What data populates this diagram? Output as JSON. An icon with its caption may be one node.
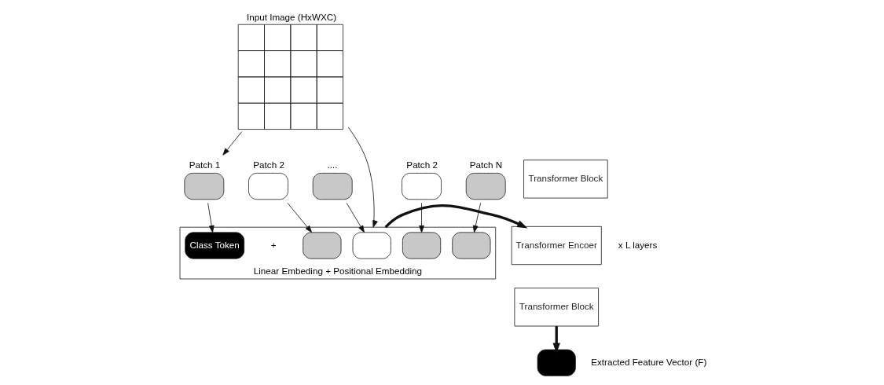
{
  "diagram": {
    "nodes": [
      {
        "text": [
          "Input Image (HxWXC)"
        ]
      },
      {
        "text": [
          "Patch 1"
        ]
      },
      {
        "text": [
          "Patch 2"
        ]
      },
      {
        "text": [
          "...."
        ]
      },
      {
        "text": [
          "Patch 2"
        ]
      },
      {
        "text": [
          "Patch N"
        ]
      },
      {
        "text": [
          "Linear Embeding + Positional Embedding"
        ]
      },
      {
        "text": [
          "Class Token"
        ],
        "in": 6
      },
      {
        "text": [],
        "shape": "box",
        "in": 6
      },
      {
        "text": [],
        "shape": "box",
        "in": 6
      },
      {
        "text": [],
        "shape": "box",
        "in": 6
      },
      {
        "text": [],
        "shape": "box",
        "in": 6
      },
      {
        "text": [
          "Transformer Block"
        ]
      },
      {
        "text": [
          "Transformer Encoer"
        ]
      },
      {
        "text": [
          "Transformer Block"
        ]
      },
      {
        "text": [],
        "shape": "box",
        "beside": [
          "Extracted Feature Vector (F)"
        ]
      }
    ],
    "edges": [
      {
        "from": 0,
        "to": 1,
        "arrow": "to"
      },
      {
        "from": 0,
        "to": 6,
        "arrow": "to"
      },
      {
        "from": 1,
        "to": 7,
        "arrow": "to"
      },
      {
        "from": 2,
        "to": 8,
        "arrow": "to"
      },
      {
        "from": 3,
        "to": 9,
        "arrow": "to"
      },
      {
        "from": 4,
        "to": 10,
        "arrow": "to"
      },
      {
        "from": 5,
        "to": 11,
        "arrow": "to"
      },
      {
        "from": 6,
        "to": 13,
        "arrow": "to",
        "style": "thick"
      },
      {
        "from": 14,
        "to": 15,
        "arrow": "to",
        "style": "thick"
      }
    ],
    "labels": [
      "+",
      "x L layers"
    ]
  }
}
